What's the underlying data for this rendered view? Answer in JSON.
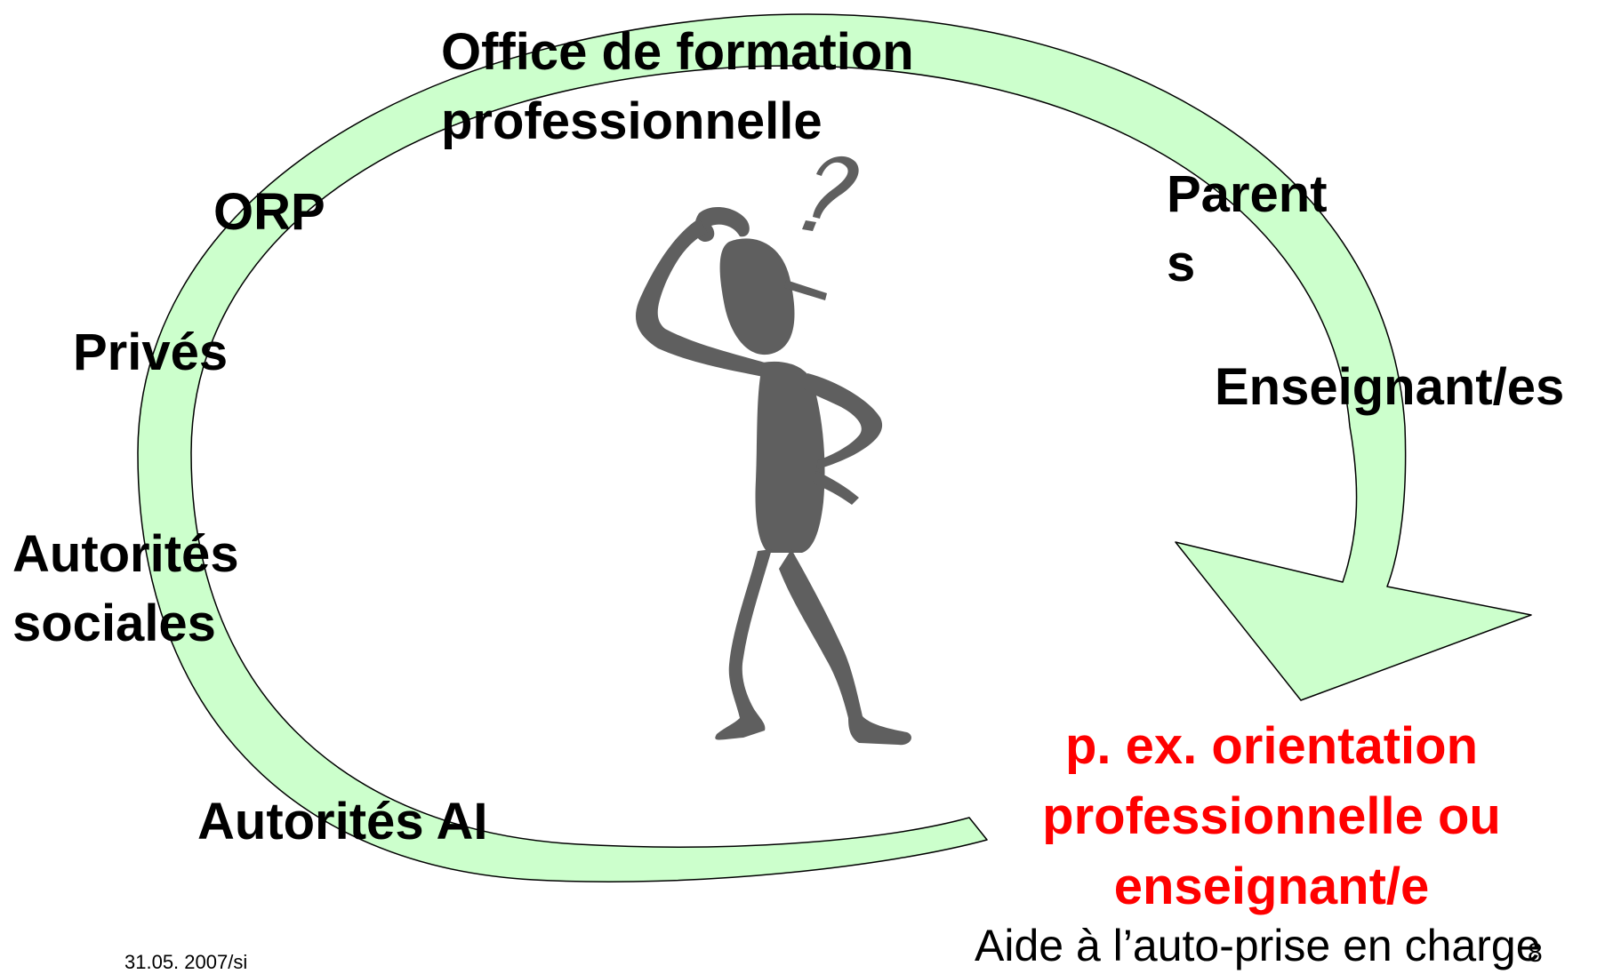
{
  "colors": {
    "arrow_fill": "#ccffcc",
    "arrow_stroke": "#000000",
    "figure_fill": "#5f5f5f",
    "highlight_text": "#ff0000",
    "text": "#000000",
    "background": "#ffffff"
  },
  "icons": {
    "cycle": "circular-arrow-icon",
    "person": "thinking-person-icon",
    "question": "question-mark-icon"
  },
  "labels": {
    "office": [
      "Office de formation",
      "professionnelle"
    ],
    "orp": "ORP",
    "parents": [
      "Parent",
      "s"
    ],
    "prives": "Privés",
    "enseignants": "Enseignant/es",
    "autorites_sociales": [
      "Autorités",
      "sociales"
    ],
    "autorites_ai": "Autorités AI"
  },
  "highlight": [
    "p. ex. orientation",
    "professionnelle ou",
    "enseignant/e"
  ],
  "subtitle": "Aide à l’auto-prise en charge",
  "footer": {
    "date": "31.05. 2007/si",
    "page": "8"
  }
}
